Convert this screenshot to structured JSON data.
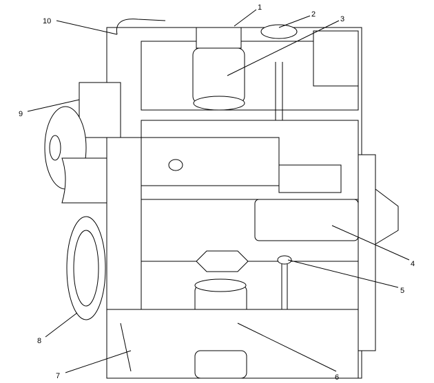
{
  "diagram": {
    "subject": "engine-front-view",
    "callouts": [
      {
        "label": "1"
      },
      {
        "label": "2"
      },
      {
        "label": "3"
      },
      {
        "label": "4"
      },
      {
        "label": "5"
      },
      {
        "label": "6"
      },
      {
        "label": "7"
      },
      {
        "label": "8"
      },
      {
        "label": "9"
      },
      {
        "label": "10"
      }
    ]
  }
}
